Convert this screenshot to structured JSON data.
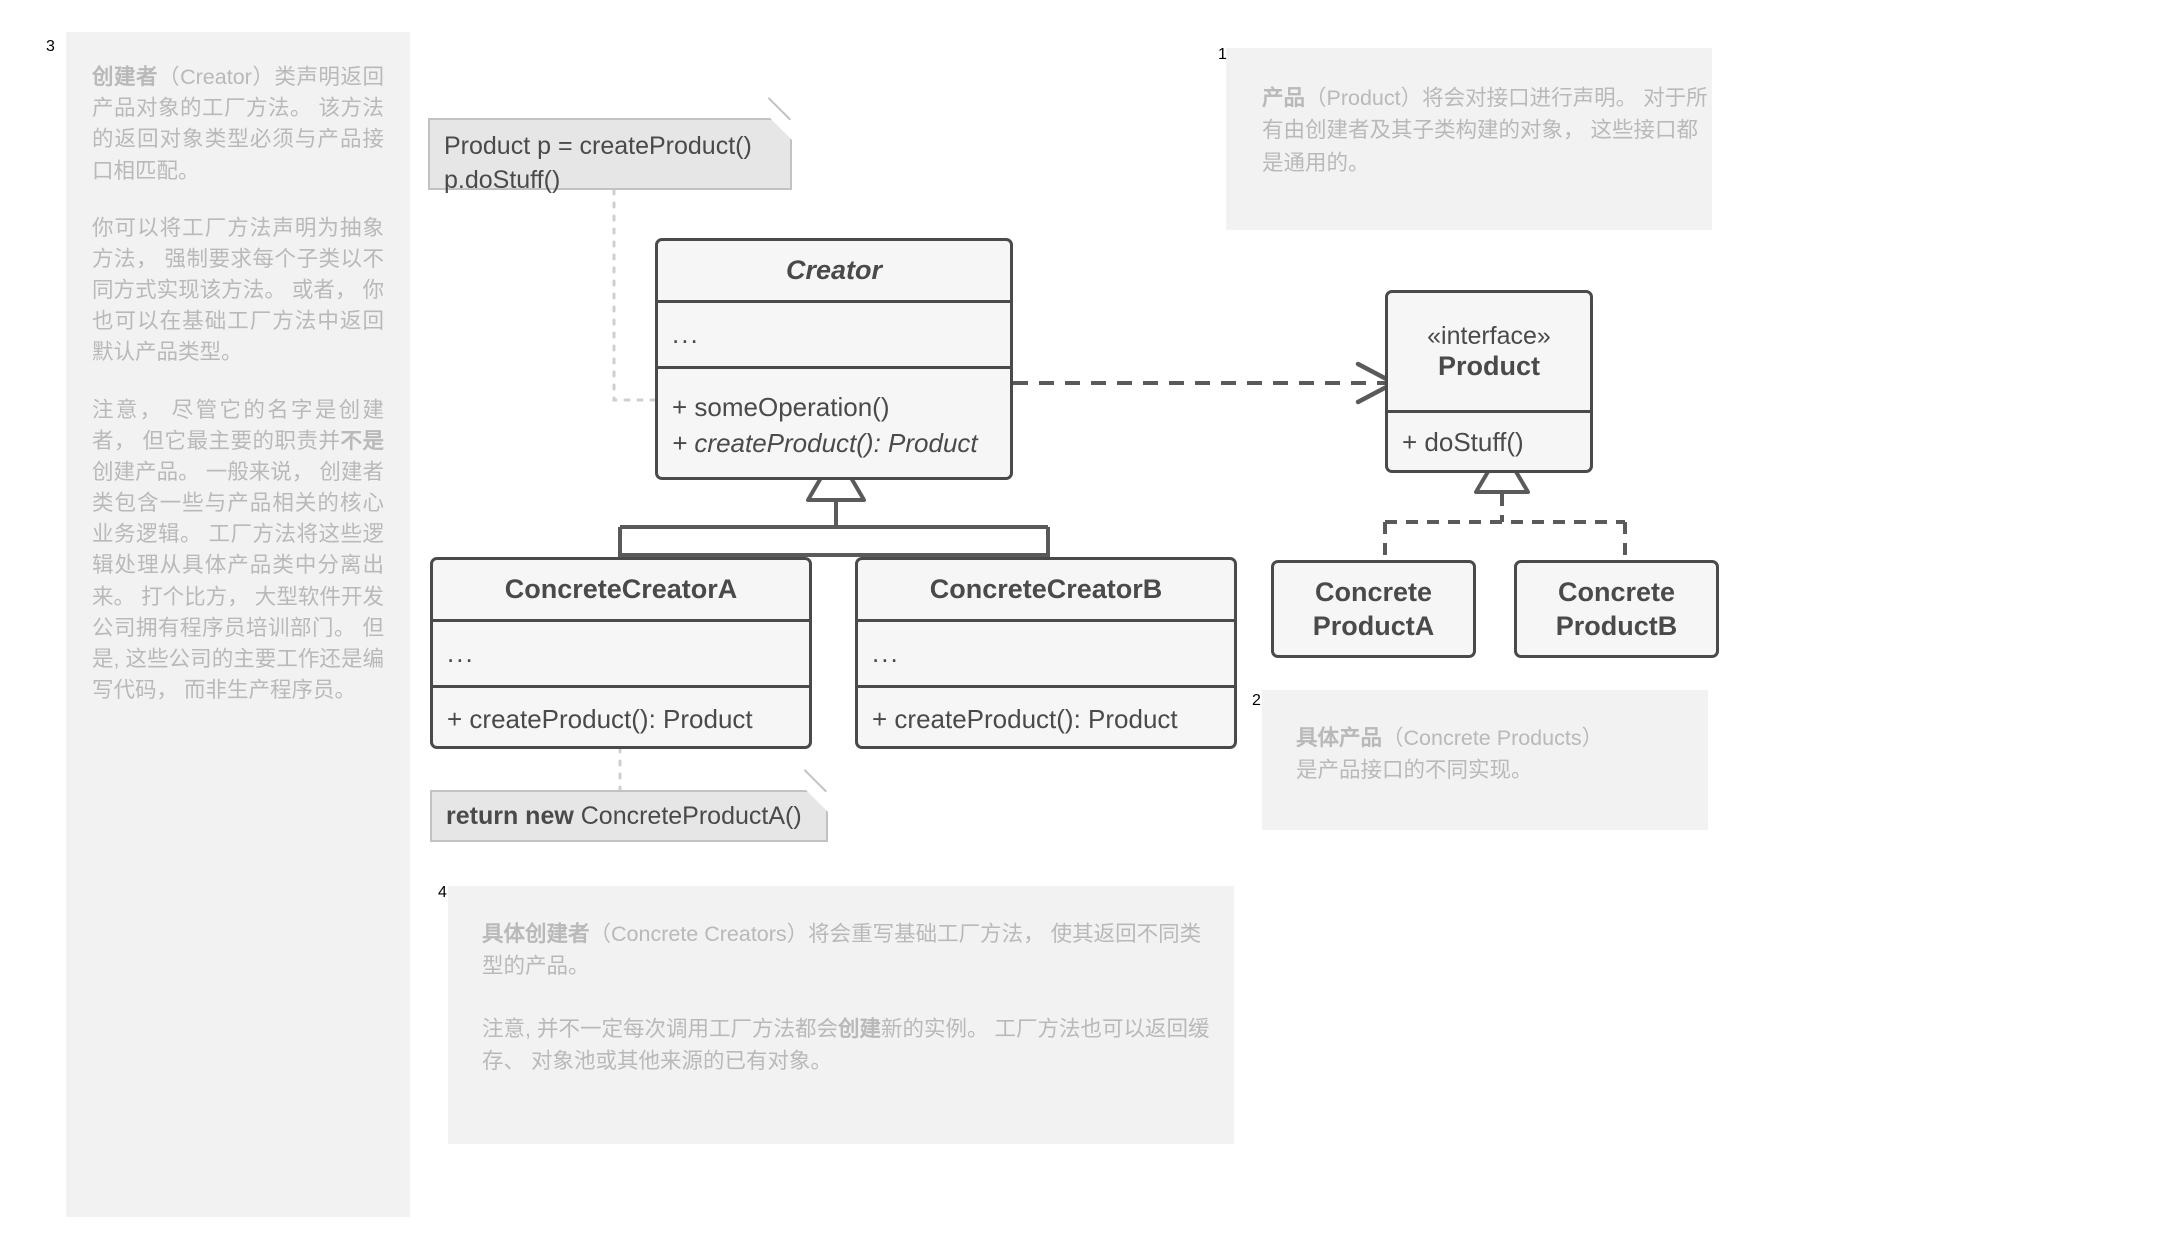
{
  "diagram": {
    "title": "Factory Method UML class diagram",
    "colors": {
      "box_border": "#4a4a4a",
      "box_fill": "#f6f6f6",
      "note_fill": "#e6e6e6",
      "note_border": "#c2c2c2",
      "annotation_bg": "#f2f2f2",
      "annotation_text": "#b9b9b9",
      "annotation_number": "#dcdcdc",
      "line": "#5a5a5a"
    }
  },
  "annotations": {
    "creator": {
      "number": "3",
      "term": "创建者",
      "term_latin": "（Creator）",
      "paragraphs": [
        "类声明返回产品对象的工厂方法。 该方法的返回对象类型必须与产品接口相匹配。",
        "你可以将工厂方法声明为抽象方法， 强制要求每个子类以不同方式实现该方法。 或者， 你也可以在基础工厂方法中返回默认产品类型。",
        "注意， 尽管它的名字是创建者， 但它最主要的职责并",
        "创建产品。 一般来说， 创建者类包含一些与产品相关的核心业务逻辑。 工厂方法将这些逻辑处理从具体产品类中分离出来。 打个比方， 大型软件开发公司拥有程序员培训部门。 但是, 这些公司的主要工作还是编写代码， 而非生产程序员。"
      ],
      "bold_inline": "不是"
    },
    "product": {
      "number": "1",
      "term": "产品",
      "term_latin": "（Product）",
      "text": "将会对接口进行声明。 对于所有由创建者及其子类构建的对象， 这些接口都是通用的。"
    },
    "concrete_products": {
      "number": "2",
      "term": "具体产品",
      "term_latin": "（Concrete Products）",
      "text": "是产品接口的不同实现。"
    },
    "concrete_creators": {
      "number": "4",
      "term": "具体创建者",
      "term_latin": "（Concrete Creators）",
      "paragraph1": "将会重写基础工厂方法， 使其返回不同类型的产品。",
      "paragraph2_before": "注意, 并不一定每次调用工厂方法都会",
      "paragraph2_bold": "创建",
      "paragraph2_after": "新的实例。 工厂方法也可以返回缓存、 对象池或其他来源的已有对象。"
    }
  },
  "notes": {
    "client_code": {
      "line1": "Product p = createProduct()",
      "line2": "p.doStuff()"
    },
    "return_new": {
      "bold": "return new",
      "rest": " ConcreteProductA()"
    }
  },
  "classes": {
    "creator": {
      "name": "Creator",
      "attributes": "...",
      "operations": [
        {
          "text": "+ someOperation()",
          "italic": false
        },
        {
          "text": "+ createProduct(): Product",
          "italic": true
        }
      ]
    },
    "concrete_creator_a": {
      "name": "ConcreteCreatorA",
      "attributes": "...",
      "operations": [
        {
          "text": "+ createProduct(): Product",
          "italic": false
        }
      ]
    },
    "concrete_creator_b": {
      "name": "ConcreteCreatorB",
      "attributes": "...",
      "operations": [
        {
          "text": "+ createProduct(): Product",
          "italic": false
        }
      ]
    },
    "product": {
      "stereotype": "«interface»",
      "name": "Product",
      "operations": [
        {
          "text": "+ doStuff()",
          "italic": false
        }
      ]
    },
    "concrete_product_a": {
      "line1": "Concrete",
      "line2": "ProductA"
    },
    "concrete_product_b": {
      "line1": "Concrete",
      "line2": "ProductB"
    }
  }
}
